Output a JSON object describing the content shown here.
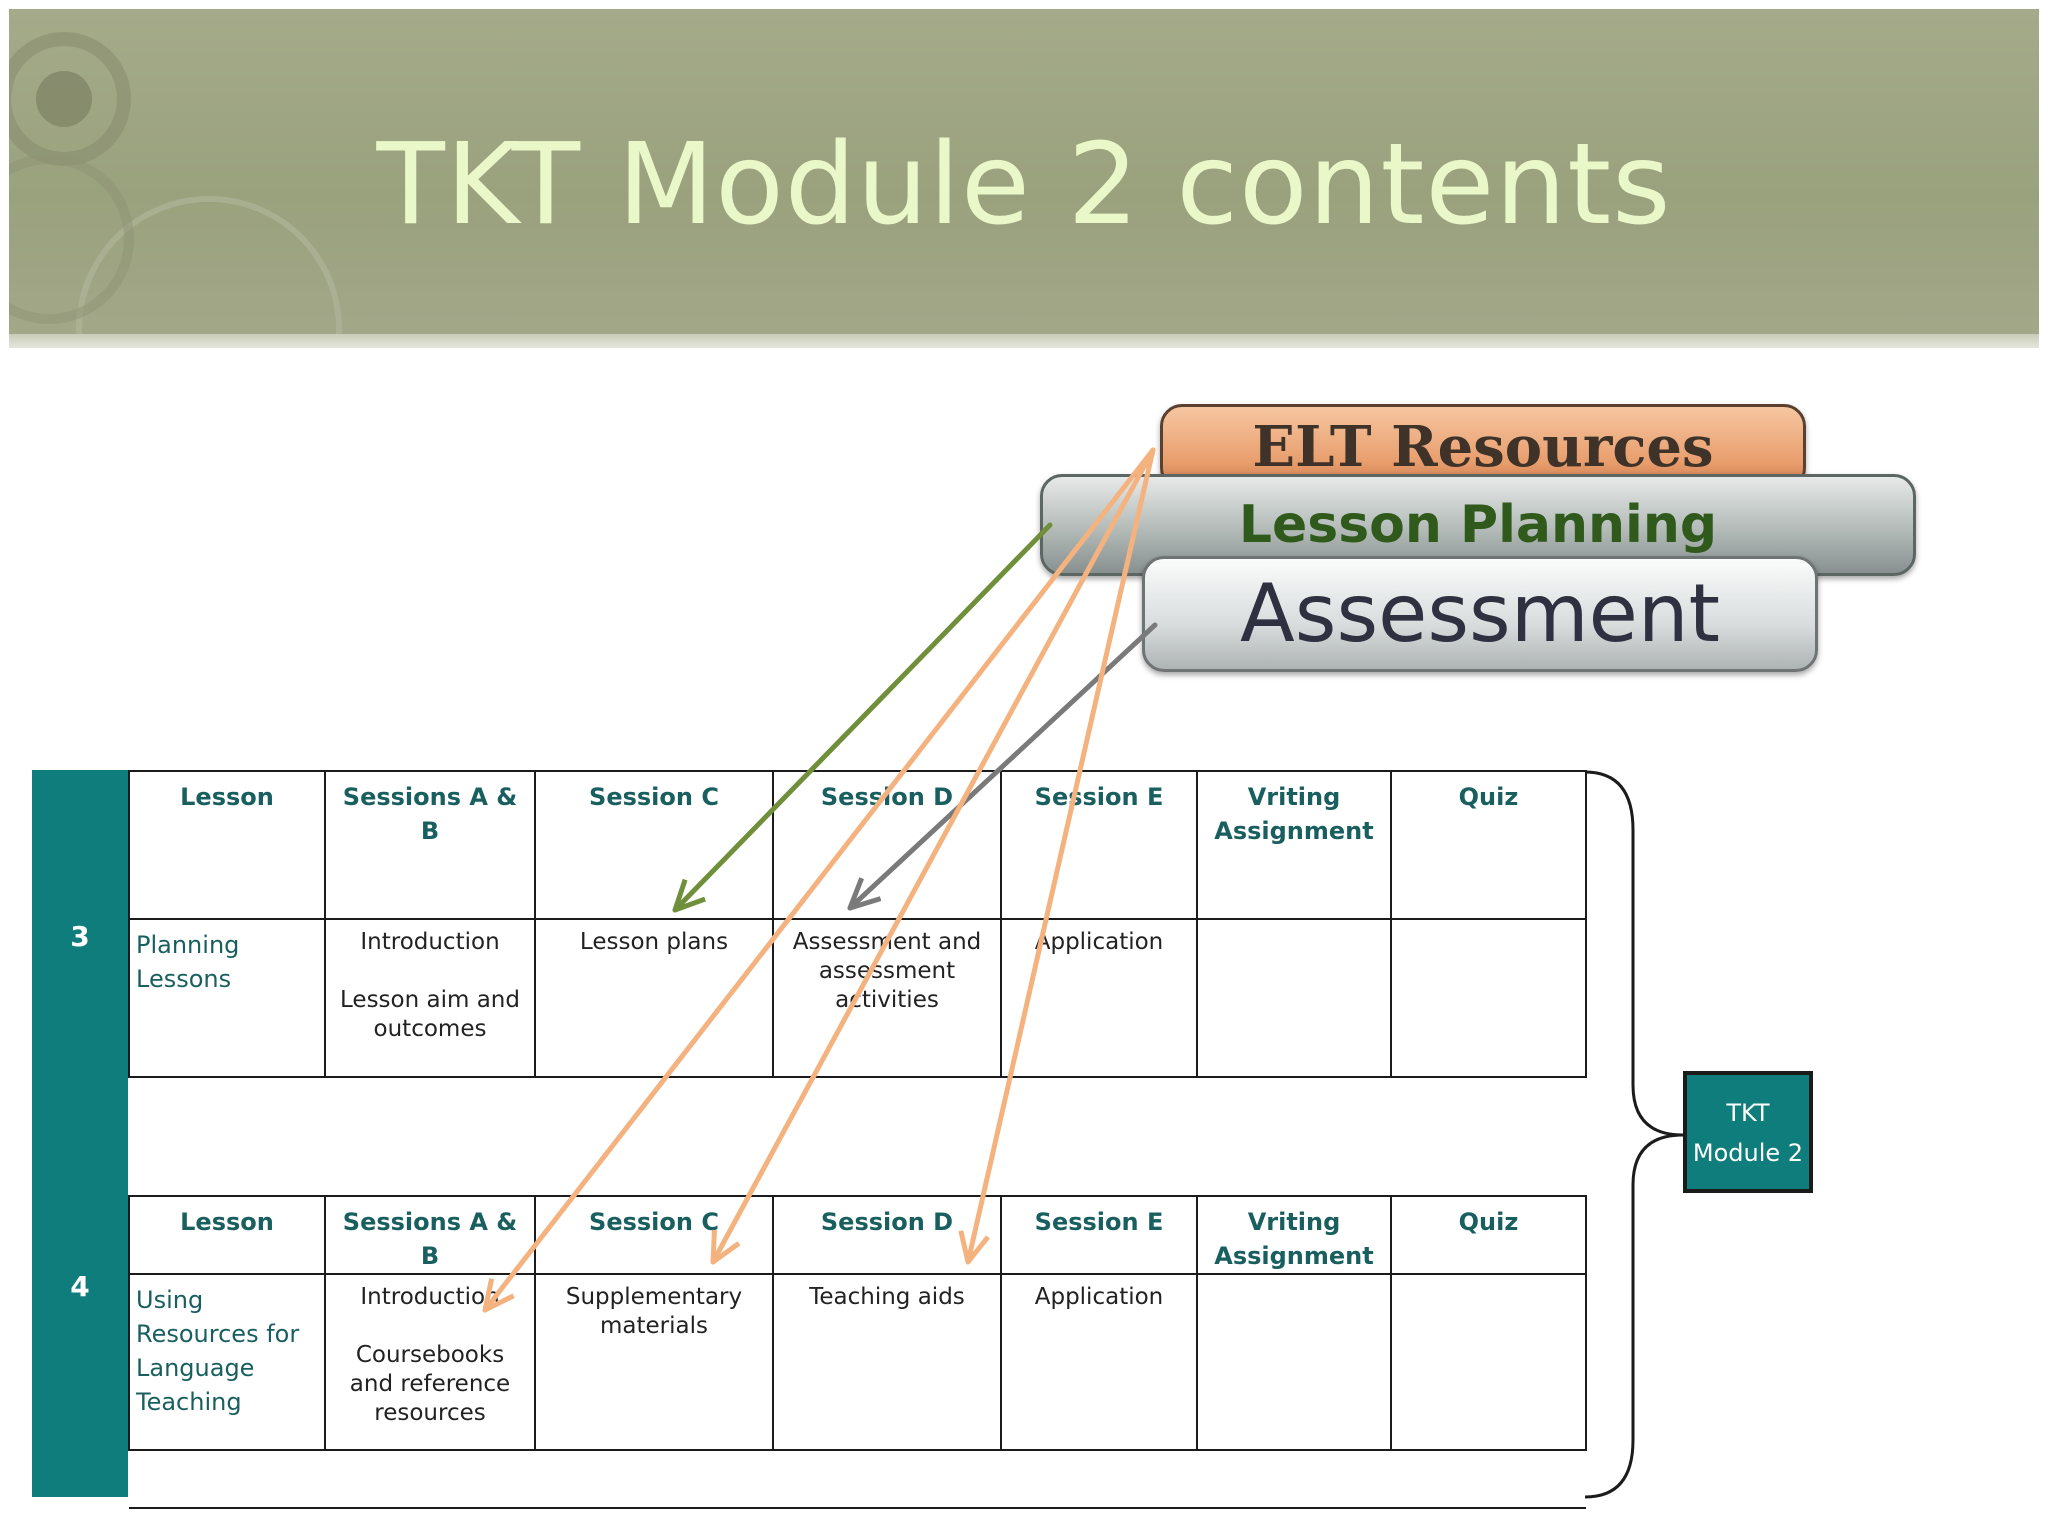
{
  "slide": {
    "title": "TKT Module 2 contents"
  },
  "books": {
    "top": "ELT Resources",
    "middle": "Lesson Planning",
    "bottom": "Assessment"
  },
  "columns": [
    "Lesson",
    "Sessions A & B",
    "Session C",
    "Session D",
    "Session E",
    "Vriting Assignment",
    "Quiz"
  ],
  "unit3": {
    "number": "3",
    "row": [
      "Planning Lessons",
      "Introduction\n\nLesson aim and outcomes",
      "Lesson plans",
      "Assessment and assessment activities",
      "Application",
      "",
      ""
    ]
  },
  "unit4": {
    "number": "4",
    "row": [
      "Using Resources for Language Teaching",
      "Introduction\n\nCoursebooks and reference resources",
      "Supplementary materials",
      "Teaching aids",
      "Application",
      "",
      ""
    ]
  },
  "module_box": {
    "label": "TKT Module 2"
  },
  "arrow_colors": {
    "green": "#6f8f3a",
    "gray": "#7a7a7a",
    "orange": "#f4b27f"
  }
}
